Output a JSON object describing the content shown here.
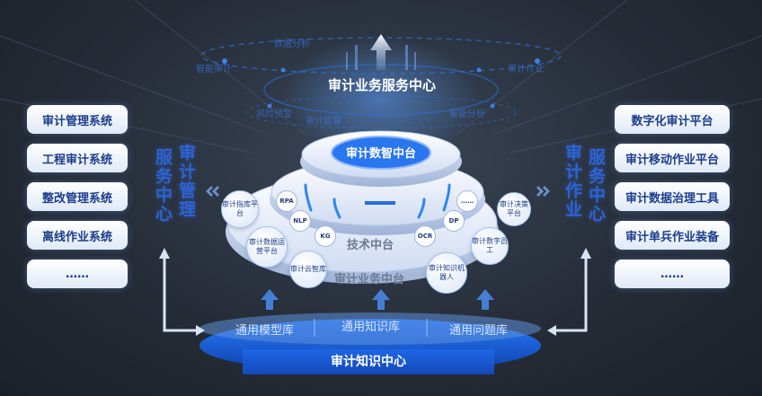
{
  "top_center": {
    "title": "审计业务服务中心",
    "orbit_labels": [
      "智能审计",
      "数据分析",
      "风险预警",
      "审计监督",
      "审计作业",
      "智能分析"
    ]
  },
  "left_panel": {
    "items": [
      "审计管理系统",
      "工程审计系统",
      "整改管理系统",
      "离线作业系统",
      "……"
    ],
    "vertical_label_1": "审计管理",
    "vertical_label_2": "服务中心"
  },
  "right_panel": {
    "items": [
      "数字化审计平台",
      "审计移动作业平台",
      "审计数据治理工具",
      "审计单兵作业装备",
      "……"
    ],
    "vertical_label_1": "审计作业",
    "vertical_label_2": "服务中心"
  },
  "platform": {
    "top_disk": "审计数智中台",
    "tech_layer": "技术中台",
    "business_layer": "审计业务中台",
    "tech_tags": [
      "RPA",
      "NLP",
      "KG",
      "OCR",
      "DP",
      "……"
    ],
    "modules": [
      "审计指库平台",
      "审计数据运营平台",
      "审计云智库",
      "审计知识机器人",
      "审计数字员工",
      "审计决策平台"
    ]
  },
  "knowledge_center": {
    "libraries": [
      "通用模型库",
      "通用知识库",
      "通用问题库"
    ],
    "title": "审计知识中心"
  },
  "colors": {
    "accent_blue": "#1d66e6",
    "text_blue": "#2c63d6",
    "background_dark": "#262d38"
  }
}
